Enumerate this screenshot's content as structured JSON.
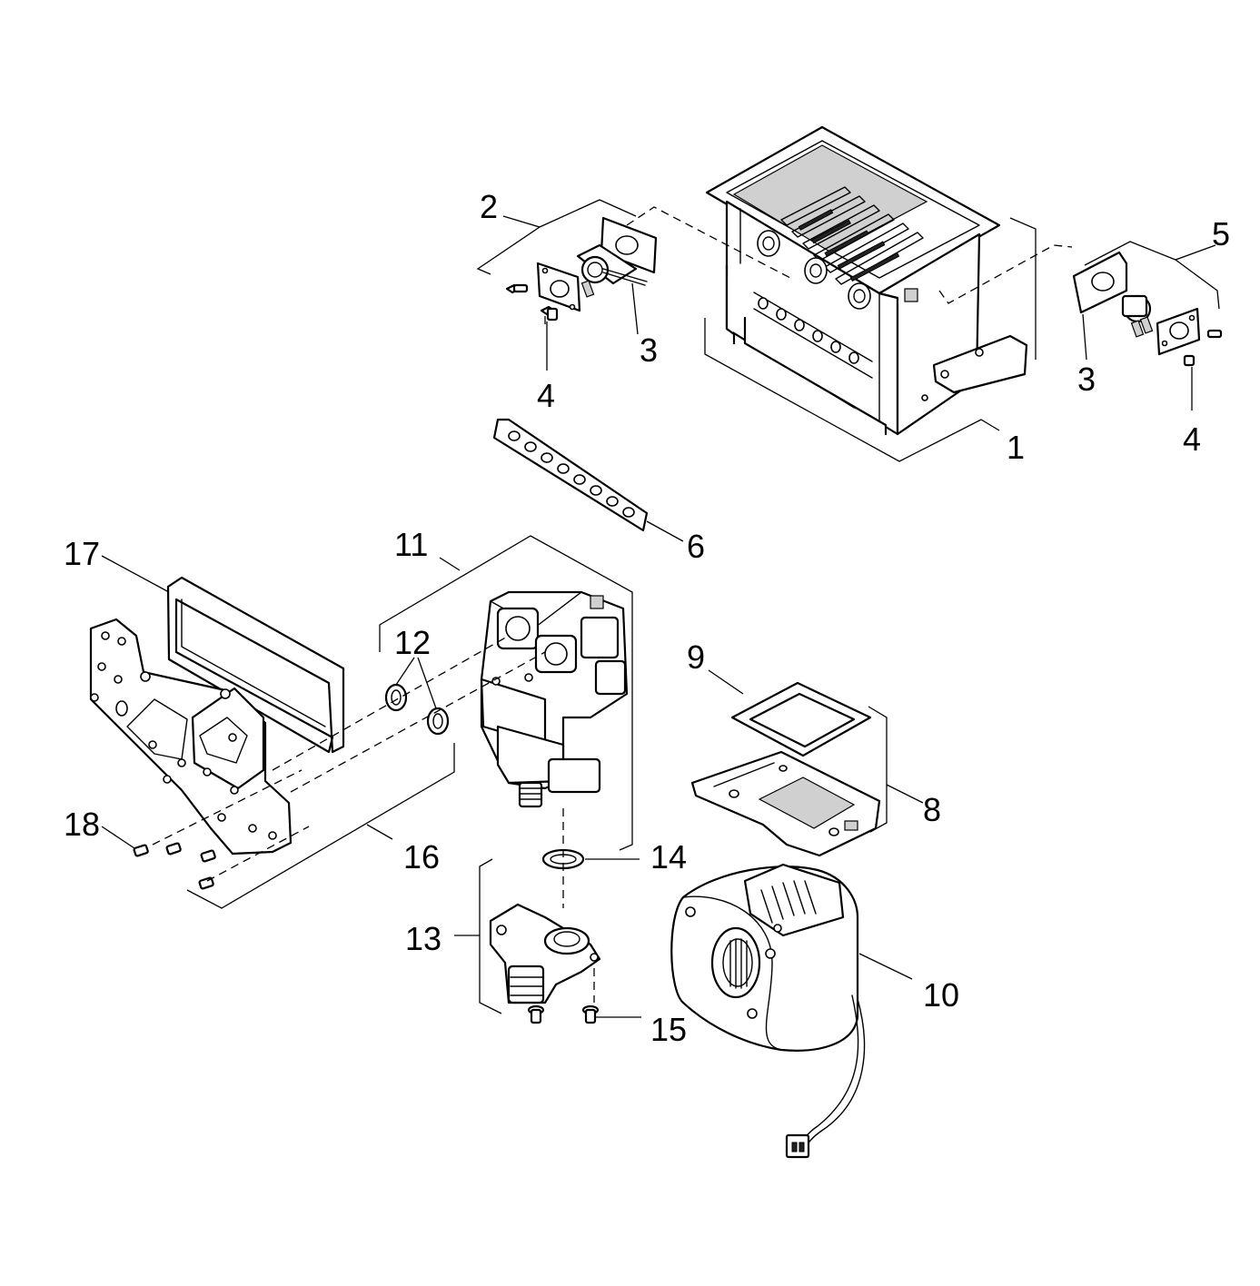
{
  "callouts": {
    "c1": "1",
    "c2": "2",
    "c3a": "3",
    "c3b": "3",
    "c4a": "4",
    "c4b": "4",
    "c5": "5",
    "c6": "6",
    "c8": "8",
    "c9": "9",
    "c10": "10",
    "c11": "11",
    "c12": "12",
    "c13": "13",
    "c14": "14",
    "c15": "15",
    "c16": "16",
    "c17": "17",
    "c18": "18"
  }
}
